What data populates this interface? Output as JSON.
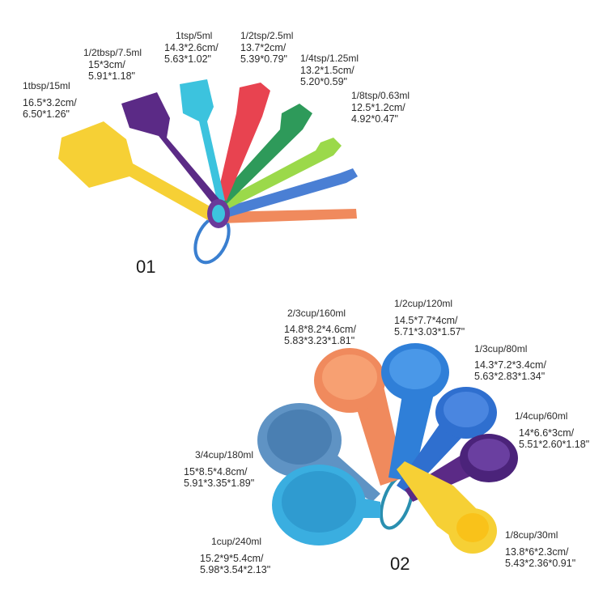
{
  "set1": {
    "number": "01",
    "spoons": [
      {
        "title": "1tbsp/15ml",
        "dim_cm": "16.5*3.2cm/",
        "dim_in": "6.50*1.26\""
      },
      {
        "title": "1/2tbsp/7.5ml",
        "dim_cm": "15*3cm/",
        "dim_in": "5.91*1.18\""
      },
      {
        "title": "1tsp/5ml",
        "dim_cm": "14.3*2.6cm/",
        "dim_in": "5.63*1.02\""
      },
      {
        "title": "1/2tsp/2.5ml",
        "dim_cm": "13.7*2cm/",
        "dim_in": "5.39*0.79\""
      },
      {
        "title": "1/4tsp/1.25ml",
        "dim_cm": "13.2*1.5cm/",
        "dim_in": "5.20*0.59\""
      },
      {
        "title": "1/8tsp/0.63ml",
        "dim_cm": "12.5*1.2cm/",
        "dim_in": "4.92*0.47\""
      }
    ]
  },
  "set2": {
    "number": "02",
    "cups": [
      {
        "title": "2/3cup/160ml",
        "dim_cm": "14.8*8.2*4.6cm/",
        "dim_in": "5.83*3.23*1.81\""
      },
      {
        "title": "1/2cup/120ml",
        "dim_cm": "14.5*7.7*4cm/",
        "dim_in": "5.71*3.03*1.57\""
      },
      {
        "title": "1/3cup/80ml",
        "dim_cm": "14.3*7.2*3.4cm/",
        "dim_in": "5.63*2.83*1.34\""
      },
      {
        "title": "1/4cup/60ml",
        "dim_cm": "14*6.6*3cm/",
        "dim_in": "5.51*2.60*1.18\""
      },
      {
        "title": "3/4cup/180ml",
        "dim_cm": "15*8.5*4.8cm/",
        "dim_in": "5.91*3.35*1.89\""
      },
      {
        "title": "1cup/240ml",
        "dim_cm": "15.2*9*5.4cm/",
        "dim_in": "5.98*3.54*2.13\""
      },
      {
        "title": "1/8cup/30ml",
        "dim_cm": "13.8*6*2.3cm/",
        "dim_in": "5.43*2.36*0.91\""
      }
    ]
  },
  "colors": {
    "yellow": "#f6d035",
    "purple": "#5b2a86",
    "cyan": "#3cc3de",
    "red": "#e84350",
    "green": "#2e9a5a",
    "lime": "#9bd94a",
    "blue": "#4a7fd4",
    "orange": "#f08a5d",
    "steel": "#5f93c4",
    "sky": "#2f8fd8",
    "teal": "#3aaee0"
  }
}
